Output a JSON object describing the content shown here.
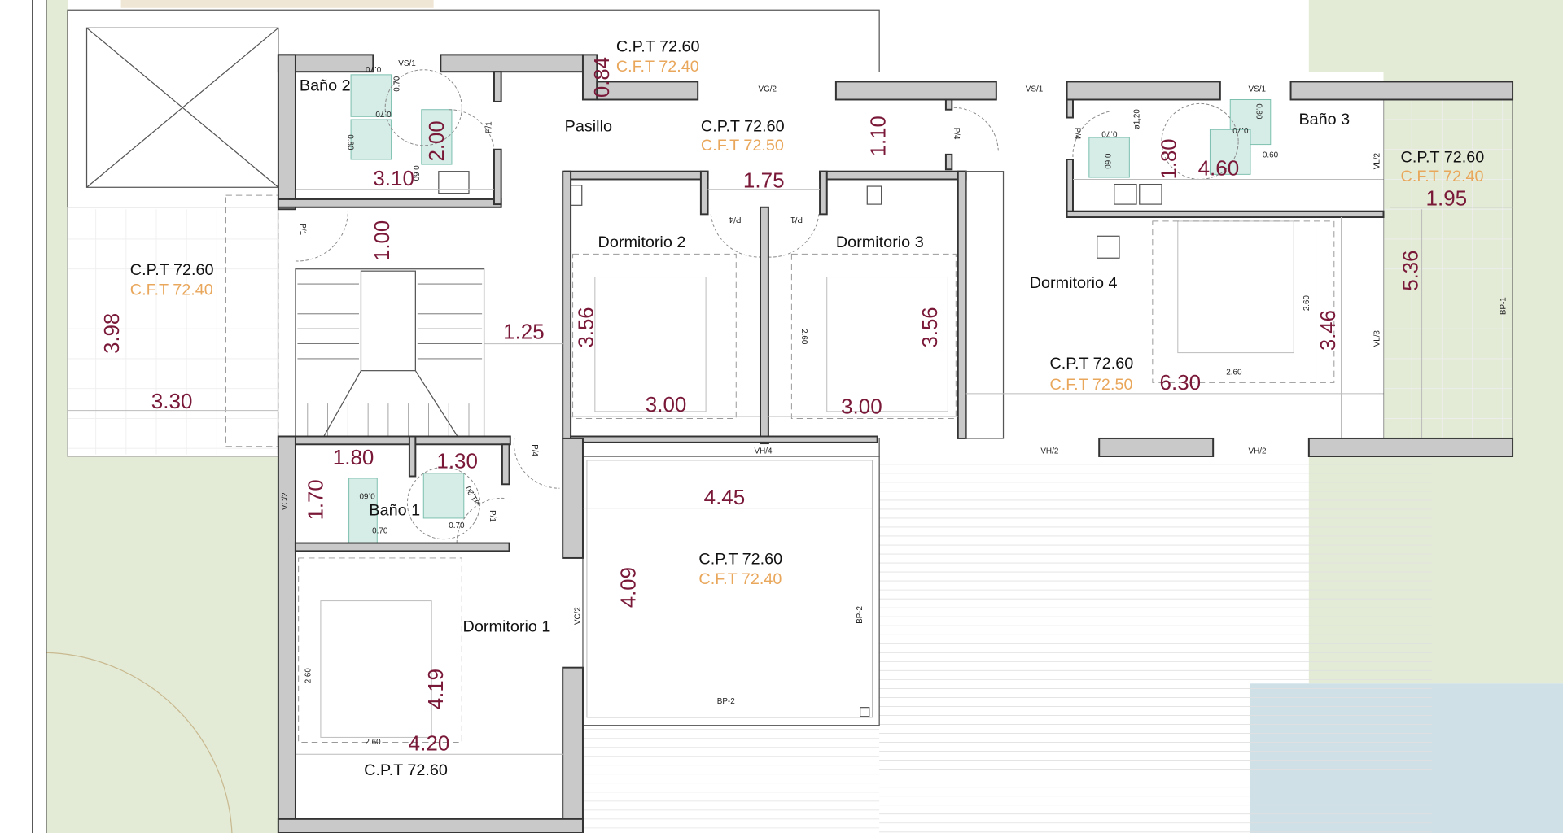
{
  "colors": {
    "wall": "#c9c9c9",
    "level_finish": "#e9a75c",
    "dimension": "#7a1838",
    "garden": "#e3ebd6",
    "pool": "#cfe1e7"
  },
  "rooms": [
    "Baño 2",
    "Pasillo",
    "Dormitorio 2",
    "Dormitorio 3",
    "Dormitorio 4",
    "Baño 3",
    "Baño 1",
    "Dormitorio 1"
  ],
  "levels": [
    {
      "cpt": "C.P.T 72.60",
      "cft": "C.F.T 72.40"
    },
    {
      "cpt": "C.P.T 72.60",
      "cft": "C.F.T 72.50"
    },
    {
      "cpt": "C.P.T 72.60",
      "cft": "C.F.T 72.40"
    },
    {
      "cpt": "C.P.T 72.60",
      "cft": "C.F.T 72.40"
    },
    {
      "cpt": "C.P.T 72.60",
      "cft": "C.F.T 72.50"
    },
    {
      "cpt": "C.P.T 72.60",
      "cft": "C.F.T 72.40"
    },
    {
      "cpt": "C.P.T 72.60"
    }
  ],
  "dimensions_h": [
    "3.10",
    "1.75",
    "4.60",
    "1.95",
    "1.25",
    "3.30",
    "3.00",
    "3.00",
    "6.30",
    "1.80",
    "1.30",
    "4.45",
    "4.20"
  ],
  "dimensions_v": [
    "0.84",
    "2.00",
    "1.10",
    "1.80",
    "1.00",
    "3.98",
    "3.56",
    "3.56",
    "3.46",
    "5.36",
    "1.70",
    "4.09",
    "4.19"
  ],
  "openings": [
    "VS/1",
    "VG/2",
    "VS/1",
    "VS/1",
    "P/1",
    "P/4",
    "P/4",
    "P/1",
    "P/4",
    "P/1",
    "P/4",
    "VL/2",
    "VL/3",
    "BP-1",
    "VH/4",
    "VH/2",
    "VH/2",
    "VC/2",
    "VC/2",
    "BP-2",
    "BP-2",
    "P/1"
  ],
  "small_dims": [
    "2.60",
    "2.60",
    "2.60",
    "2.60",
    "2.60",
    "0.70",
    "0.70",
    "0.80",
    "0.60",
    "0.70",
    "0.60",
    "0.70",
    "0.60",
    "0.70",
    "0.80",
    "0.60",
    "0.70",
    "0.70",
    "ø1,20",
    "ø1,20"
  ]
}
